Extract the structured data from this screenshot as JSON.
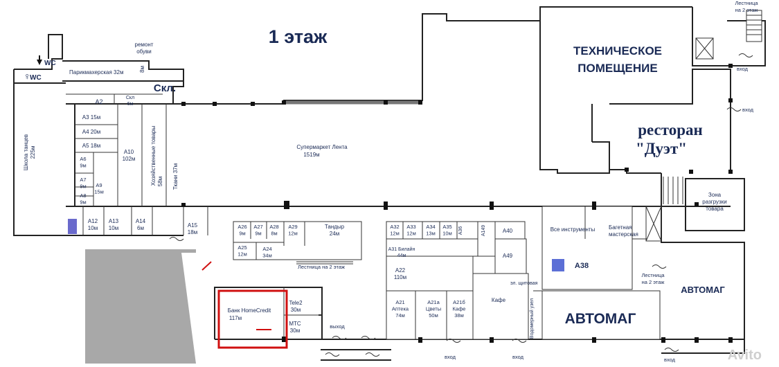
{
  "floor_title": "1 этаж",
  "zones": {
    "tech": [
      "ТЕХНИЧЕСКОЕ",
      "ПОМЕЩЕНИЕ"
    ],
    "restaurant": [
      "ресторан",
      "\"Дуэт\""
    ],
    "avtomag_big": "АВТОМАГ",
    "avtomag_small": "АВТОМАГ",
    "storage": "Скл.",
    "wc1": "WC",
    "wc2": "WC",
    "dance_school": [
      "Школа танцев",
      "225м"
    ],
    "repair": [
      "ремонт",
      "обуви"
    ],
    "barber": "Парикмахерская 32м",
    "b8m": "8м",
    "supermarket": [
      "Супермаркет Лента",
      "1519м"
    ],
    "household": [
      "Хозяйственные товары",
      "58м"
    ],
    "fabrics": "Ткани 37м",
    "unload": [
      "Зона",
      "разгрузки",
      "товара"
    ],
    "stairs_tr": [
      "Лестница",
      "на 2 этаж"
    ],
    "stairs_r": [
      "Лестница",
      "на 2 этаж"
    ],
    "stairs_mid": "Лестница на 2 этаж",
    "tools": "Все инструменты",
    "baget": [
      "Багетная",
      "мастерская"
    ],
    "a38": "А38",
    "cafe": "Кафе",
    "el": "эл. щитовая",
    "vodomer": "Водомерный узел",
    "bank": [
      "Банк HomeCredit",
      "117м"
    ],
    "watermark": "Avito"
  },
  "units": [
    {
      "id": "a2",
      "lines": [
        "А2"
      ]
    },
    {
      "id": "skl6",
      "lines": [
        "Скл",
        "6м"
      ]
    },
    {
      "id": "a3",
      "lines": [
        "А3 15м"
      ]
    },
    {
      "id": "a4",
      "lines": [
        "А4 20м"
      ]
    },
    {
      "id": "a5",
      "lines": [
        "А5 18м"
      ]
    },
    {
      "id": "a6",
      "lines": [
        "А6",
        "9м"
      ]
    },
    {
      "id": "a7",
      "lines": [
        "А7",
        "9м"
      ]
    },
    {
      "id": "a8",
      "lines": [
        "А8",
        "9м"
      ]
    },
    {
      "id": "a9",
      "lines": [
        "А9",
        "15м"
      ]
    },
    {
      "id": "a10",
      "lines": [
        "А10",
        "102м"
      ]
    },
    {
      "id": "a12",
      "lines": [
        "А12",
        "10м"
      ]
    },
    {
      "id": "a13",
      "lines": [
        "А13",
        "10м"
      ]
    },
    {
      "id": "a14",
      "lines": [
        "А14",
        "6м"
      ]
    },
    {
      "id": "a15",
      "lines": [
        "А15",
        "18м"
      ]
    },
    {
      "id": "a26",
      "lines": [
        "А26",
        "9м"
      ]
    },
    {
      "id": "a27",
      "lines": [
        "А27",
        "9м"
      ]
    },
    {
      "id": "a28",
      "lines": [
        "А28",
        "8м"
      ]
    },
    {
      "id": "a29",
      "lines": [
        "А29",
        "12м"
      ]
    },
    {
      "id": "tandyr",
      "lines": [
        "Тандыр",
        "24м"
      ]
    },
    {
      "id": "a25",
      "lines": [
        "А25",
        "12м"
      ]
    },
    {
      "id": "a24",
      "lines": [
        "А24",
        "34м"
      ]
    },
    {
      "id": "a32",
      "lines": [
        "А32",
        "12м"
      ]
    },
    {
      "id": "a33",
      "lines": [
        "А33",
        "12м"
      ]
    },
    {
      "id": "a34",
      "lines": [
        "А34",
        "13м"
      ]
    },
    {
      "id": "a35",
      "lines": [
        "А35",
        "10м"
      ]
    },
    {
      "id": "a36",
      "lines": [
        "А36"
      ]
    },
    {
      "id": "a149",
      "lines": [
        "А149"
      ]
    },
    {
      "id": "a40",
      "lines": [
        "А40"
      ]
    },
    {
      "id": "a49",
      "lines": [
        "А49"
      ]
    },
    {
      "id": "a31",
      "lines": [
        "А31 Билайн",
        "44м"
      ]
    },
    {
      "id": "a22",
      "lines": [
        "А22",
        "110м"
      ]
    },
    {
      "id": "a21",
      "lines": [
        "А21",
        "Аптека",
        "74м"
      ]
    },
    {
      "id": "a21a",
      "lines": [
        "А21а",
        "Цветы",
        "50м"
      ]
    },
    {
      "id": "a21b",
      "lines": [
        "А21б",
        "Кафе",
        "38м"
      ]
    },
    {
      "id": "tele2",
      "lines": [
        "Tele2",
        "30м"
      ]
    },
    {
      "id": "mts",
      "lines": [
        "МТС",
        "30м"
      ]
    }
  ],
  "entrances": {
    "vhod1": "вход",
    "vhod2": "вход",
    "vhod3": "вход",
    "vhod4": "вход",
    "vhod5": "вход",
    "vyhod": "выход"
  }
}
